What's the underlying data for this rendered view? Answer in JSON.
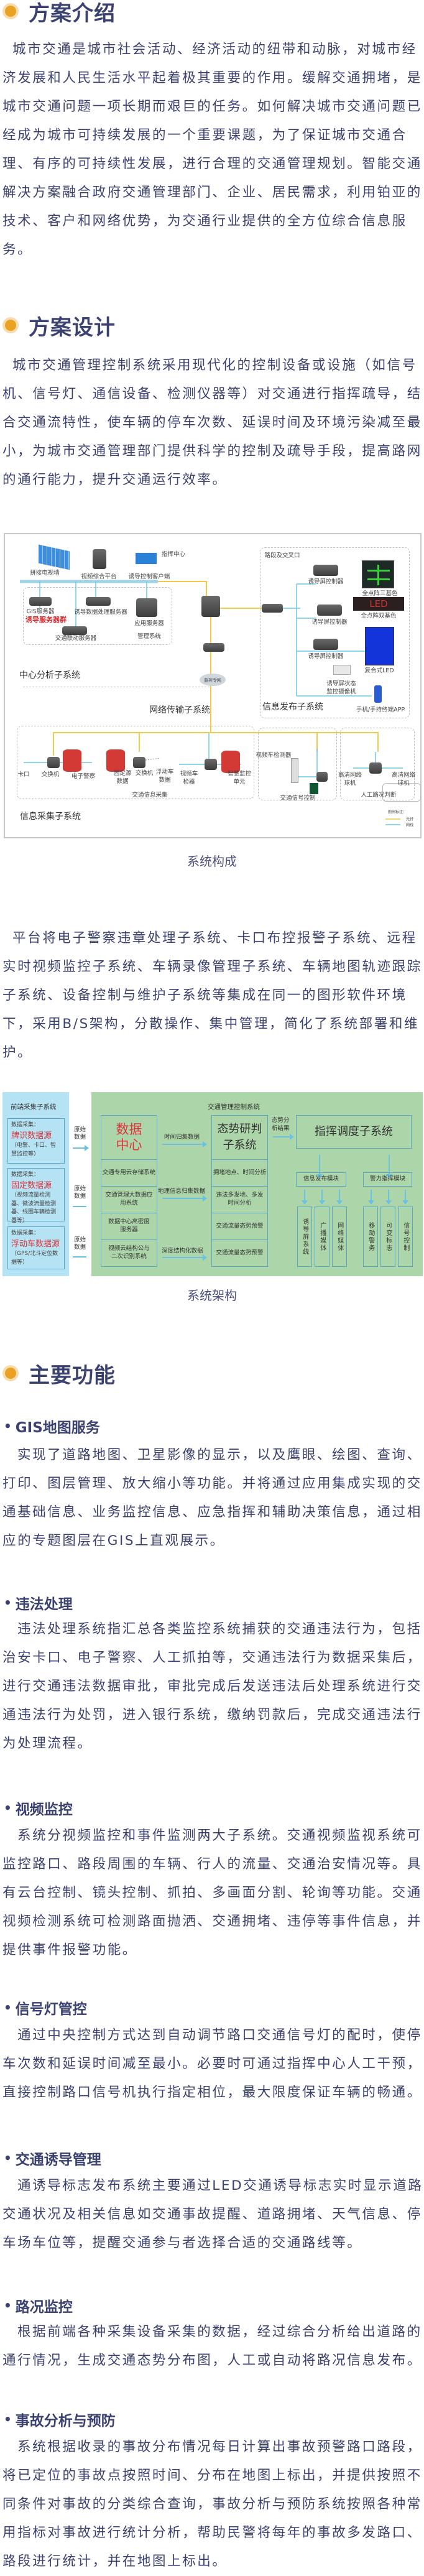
{
  "colors": {
    "text": "#3b4170",
    "bullet": "#e9a224",
    "diagram_green": "#acd6a9",
    "diagram_blue": "#b6e3f3"
  },
  "intro": {
    "title": "方案介绍",
    "lines": [
      "城市交通是城市社会活动、经济活动的纽带和动脉，对城市经",
      "济发展和人民生活水平起着极其重要的作用。缓解交通拥堵，是",
      "城市交通问题一项长期而艰巨的任务。如何解决城市交通问题已",
      "经成为城市可持续发展的一个重要课题，为了保证城市交通合",
      "理、有序的可持续性发展，进行合理的交通管理规划。智能交通",
      "解决方案融合政府交通管理部门、企业、居民需求，利用铂亚的",
      "技术、客户和网络优势，为交通行业提供的全方位综合信息服",
      "务。"
    ]
  },
  "design": {
    "title": "方案设计",
    "lines": [
      "城市交通管理控制系统采用现代化的控制设备或设施（如信号",
      "机、信号灯、通信设备、检测仪器等）对交通进行指挥疏导，结",
      "合交通流特性，使车辆的停车次数、延误时间及环境污染减至最",
      "小，为城市交通管理部门提供科学的控制及疏导手段，提高路网",
      "的通行能力，提升交通运行效率。"
    ],
    "diagram1": {
      "caption": "系统构成",
      "labels": {
        "command_center": "指挥中心",
        "video_wall": "拼接电视墙",
        "video_platform": "视频综合平台",
        "guide_client": "诱导控制客户端",
        "road_section": "路段及交叉口",
        "screen_ctrl": "诱导屏控制器",
        "full_tri": "全点阵三基色",
        "gis_server": "GIS服务器",
        "guide_data_server": "诱导数据处理服务器",
        "server_group": "诱导服务器群",
        "full_dual": "全点阵双基色",
        "app_server": "应用服务器",
        "linkage_server": "交通联动服务器",
        "mgmt_system": "管理系统",
        "composite_led": "复合式LED",
        "center_analysis": "中心分析子系统",
        "private_net": "监控专网",
        "status_camera_1": "诱导屏状态",
        "status_camera_2": "监控摄像机",
        "network_sub": "网络传输子系统",
        "info_publish": "信息发布子系统",
        "mobile_app": "手机/手持终端APP",
        "checkpoint": "卡口",
        "switch": "交换机",
        "e_police": "电子警察",
        "fixed_source": "固定源",
        "data": "数据",
        "floating_car": "浮动车",
        "video_det_1": "视频车",
        "video_det_2": "检器",
        "smart_unit_1": "智慧监控",
        "smart_unit_2": "单元",
        "video_vehicle_detector": "视频车检测器",
        "hd_dome_1": "高清网络",
        "hd_dome_2": "球机",
        "traffic_collect": "交通信息采集",
        "signal_control": "交通信号控制",
        "manual_judge": "人工路况判断",
        "collect_sub": "信息采集子系统",
        "led_text": "LED",
        "legend_title": "图例标注：",
        "legend_fiber": "光纤",
        "legend_cable": "网线"
      }
    }
  },
  "platform": {
    "lines": [
      "平台将电子警察违章处理子系统、卡口布控报警子系统、远程",
      "实时视频监控子系统、车辆录像管理子系统、车辆地图轨迹跟踪",
      "子系统、设备控制与维护子系统等集成在同一的图形软件环境",
      "下，采用B/S架构，分散操作、集中管理，简化了系统部署和维",
      "护。"
    ],
    "diagram2": {
      "caption": "系统架构",
      "front_title": "前端采集子系统",
      "main_title": "交通管理控制系统",
      "sources": [
        {
          "prefix": "数据采集：",
          "name": "牌识数据源",
          "desc": "（电警、卡口、智慧监控等）"
        },
        {
          "prefix": "数据采集：",
          "name": "固定数据源",
          "desc": "（视频流量检测器、微波流量检测器、线圈车辆检测器等）"
        },
        {
          "prefix": "数据采集：",
          "name": "浮动车数据源",
          "desc": "（GPS/北斗定位数据等）"
        }
      ],
      "raw_data": "原始数据",
      "data_center": "数据中心",
      "dc_rows": [
        "交通专用云存储系统",
        "交通管理大数据应用系统",
        "数据中心高密度服务器",
        "视频云结构公与二次识别系统"
      ],
      "arrows": [
        "时间归集数据",
        "地理信息归集数据",
        "深度结构化数据",
        "态势分析结果"
      ],
      "situation": "态势研判子系统",
      "sit_rows": [
        "拥堵地点、时间分析",
        "违法多发地、多发时间分析",
        "交通流量态势预警",
        "交通流量态势预警"
      ],
      "command": "指挥调度子系统",
      "modules": [
        "信息发布模块",
        "警力指挥模块"
      ],
      "leaves": [
        "诱导屏系统",
        "广播媒体",
        "网络媒体",
        "移动警务",
        "可变标志",
        "信号控制"
      ]
    }
  },
  "features": {
    "title": "主要功能",
    "items": [
      {
        "title": "GIS地图服务",
        "lines": [
          "实现了道路地图、卫星影像的显示，以及鹰眼、绘图、查询、",
          "打印、图层管理、放大缩小等功能。并将通过应用集成实现的交",
          "通基础信息、业务监控信息、应急指挥和辅助决策信息，通过相",
          "应的专题图层在GIS上直观展示。"
        ]
      },
      {
        "title": "违法处理",
        "lines": [
          "违法处理系统指汇总各类监控系统捕获的交通违法行为，包括",
          "治安卡口、电子警察、人工抓拍等，交通违法行为数据采集后，",
          "进行交通违法数据审批，审批完成后发送违法后处理系统进行交",
          "通违法行为处罚，进入银行系统，缴纳罚款后，完成交通违法行",
          "为处理流程。"
        ]
      },
      {
        "title": "视频监控",
        "lines": [
          "系统分视频监控和事件监测两大子系统。交通视频监视系统可",
          "监控路口、路段周围的车辆、行人的流量、交通治安情况等。具",
          "有云台控制、镜头控制、抓拍、多画面分割、轮询等功能。交通",
          "视频检测系统可检测路面抛洒、交通拥堵、违停等事件信息，并",
          "提供事件报警功能。"
        ]
      },
      {
        "title": "信号灯管控",
        "lines": [
          "通过中央控制方式达到自动调节路口交通信号灯的配时，使停",
          "车次数和延误时间减至最小。必要时可通过指挥中心人工干预，",
          "直接控制路口信号机执行指定相位，最大限度保证车辆的畅通。"
        ]
      },
      {
        "title": "交通诱导管理",
        "lines": [
          "通诱导标志发布系统主要通过LED交通诱导标志实时显示道路",
          "交通状况及相关信息如交通事故提醒、道路拥堵、天气信息、停",
          "车场车位等，提醒交通参与者选择合适的交通路线等。"
        ]
      },
      {
        "title": "路况监控",
        "lines": [
          "根据前端各种采集设备采集的数据，经过综合分析给出道路的",
          "通行情况，生成交通态势分布图，人工或自动将路况信息发布。"
        ]
      },
      {
        "title": "事故分析与预防",
        "lines": [
          "系统根据收录的事故分布情况每日计算出事故预警路口路段，",
          "将已定位的事故点按照时间、分布在地图上标出，并提供按照不",
          "同条件对事故的分类综合查询，事故分析与预防系统按照各种常",
          "用指标对事故进行统计分析，帮助民警将每年的事故多发路口、",
          "路段进行统计，并在地图上标出。"
        ]
      }
    ]
  }
}
